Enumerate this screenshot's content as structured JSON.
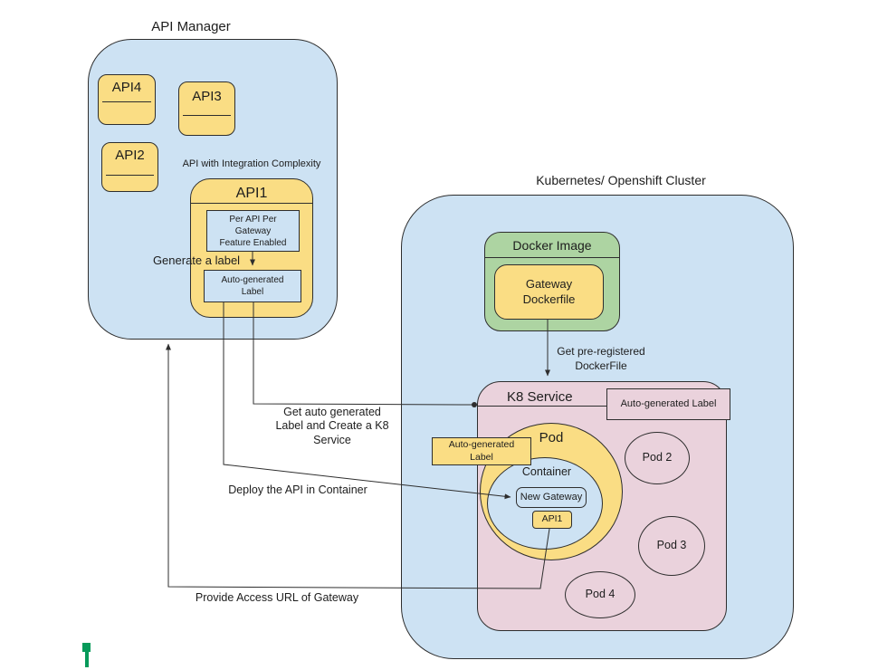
{
  "api_manager": {
    "title": "API Manager",
    "api4": "API4",
    "api3": "API3",
    "api2": "API2",
    "integration_note": "API with Integration Complexity",
    "api1_title": "API1",
    "feature_box": "Per API Per\nGateway\nFeature Enabled",
    "auto_label": "Auto-generated\nLabel",
    "generate_label": "Generate a label"
  },
  "cluster": {
    "title": "Kubernetes/ Openshift Cluster",
    "docker_image_title": "Docker Image",
    "gateway_dockerfile": "Gateway\nDockerfile",
    "k8_service_title": "K8 Service",
    "auto_label_service": "Auto-generated Label",
    "auto_label_pod": "Auto-generated\nLabel",
    "pod_title": "Pod",
    "container_title": "Container",
    "new_gateway": "New Gateway",
    "api1": "API1",
    "pod2": "Pod 2",
    "pod3": "Pod 3",
    "pod4": "Pod 4"
  },
  "edges": {
    "get_preregistered": "Get pre-registered\nDockerFile",
    "get_auto_label": "Get auto generated\nLabel and Create a K8\nService",
    "deploy_api": "Deploy the API in Container",
    "provide_url": "Provide Access URL of Gateway"
  },
  "colors": {
    "box_blue": "#cde2f3",
    "box_yellow": "#fadd84",
    "box_green": "#add4a2",
    "box_pink": "#ead2dc",
    "line": "#2e2e2e",
    "marker_green": "#069a5a"
  }
}
